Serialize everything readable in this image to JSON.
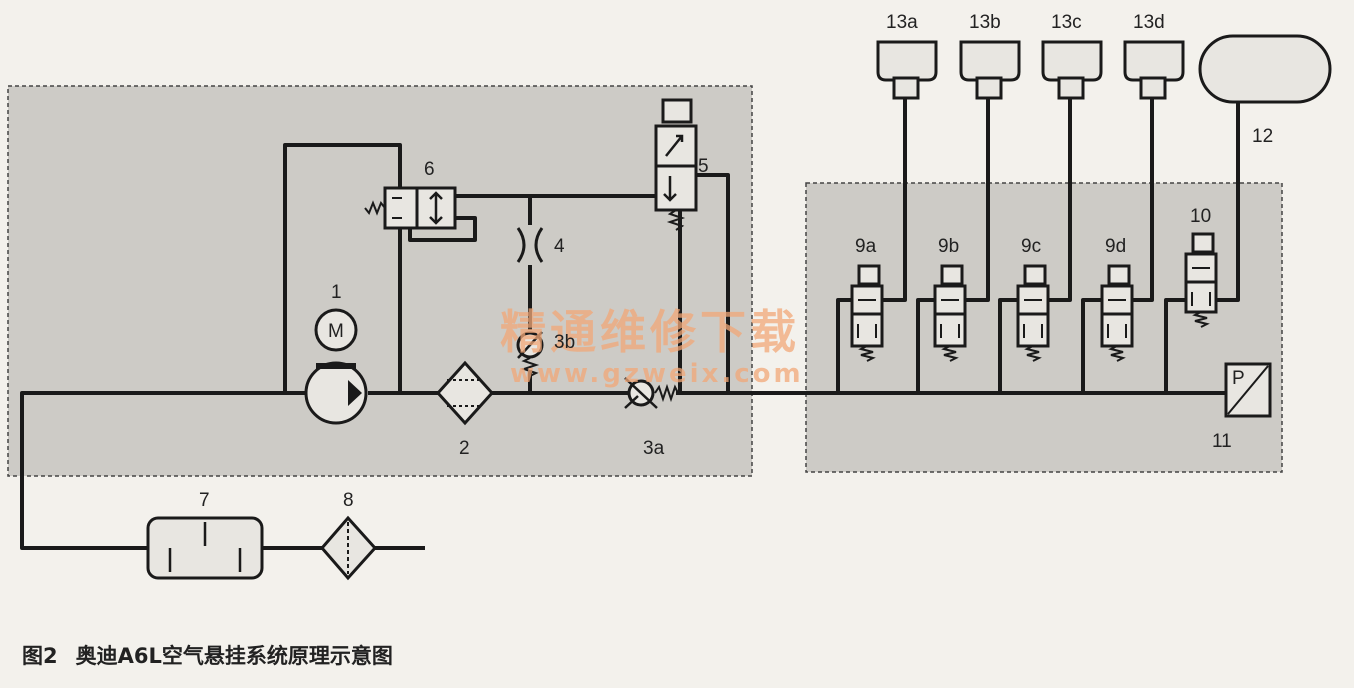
{
  "caption": {
    "figure_number": "图2",
    "title": "奥迪A6L空气悬挂系统原理示意图"
  },
  "labels": {
    "compressor_motor": "1",
    "motor_symbol": "M",
    "dryer": "2",
    "check_valve_a": "3a",
    "check_valve_b": "3b",
    "throttle": "4",
    "solenoid_exhaust_valve": "5",
    "pneumatic_exhaust_valve": "6",
    "silencer": "7",
    "air_filter": "8",
    "valve_9a": "9a",
    "valve_9b": "9b",
    "valve_9c": "9c",
    "valve_9d": "9d",
    "reservoir_valve": "10",
    "pressure_sensor": "11",
    "pressure_symbol": "P",
    "reservoir": "12",
    "strut_13a": "13a",
    "strut_13b": "13b",
    "strut_13c": "13c",
    "strut_13d": "13d"
  },
  "watermark": {
    "line1": "精通维修下载",
    "line2": "www.gzweix.com"
  },
  "colors": {
    "block_fill": "#cdcbc6",
    "line": "#1a1a1a",
    "watermark": "#f2a878"
  }
}
